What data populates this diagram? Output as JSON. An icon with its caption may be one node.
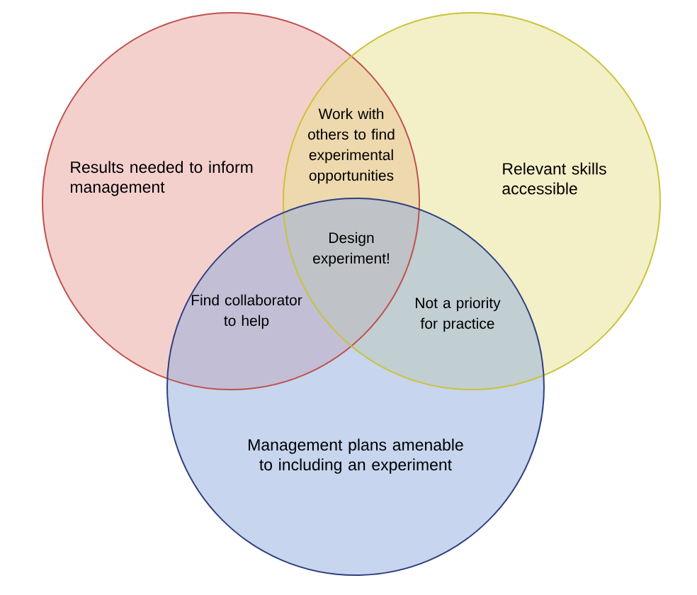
{
  "diagram": {
    "nodes": [
      {
        "text": [
          "Results needed to inform management"
        ]
      },
      {
        "text": [
          "Relevant skills accessible"
        ]
      },
      {
        "text": [
          "Management plans amenable to including an experiment"
        ]
      }
    ],
    "labels": [
      "Work with others to find experimental opportunities",
      "Design experiment!",
      "Find collaborator to help",
      "Not a priority for practice"
    ]
  }
}
